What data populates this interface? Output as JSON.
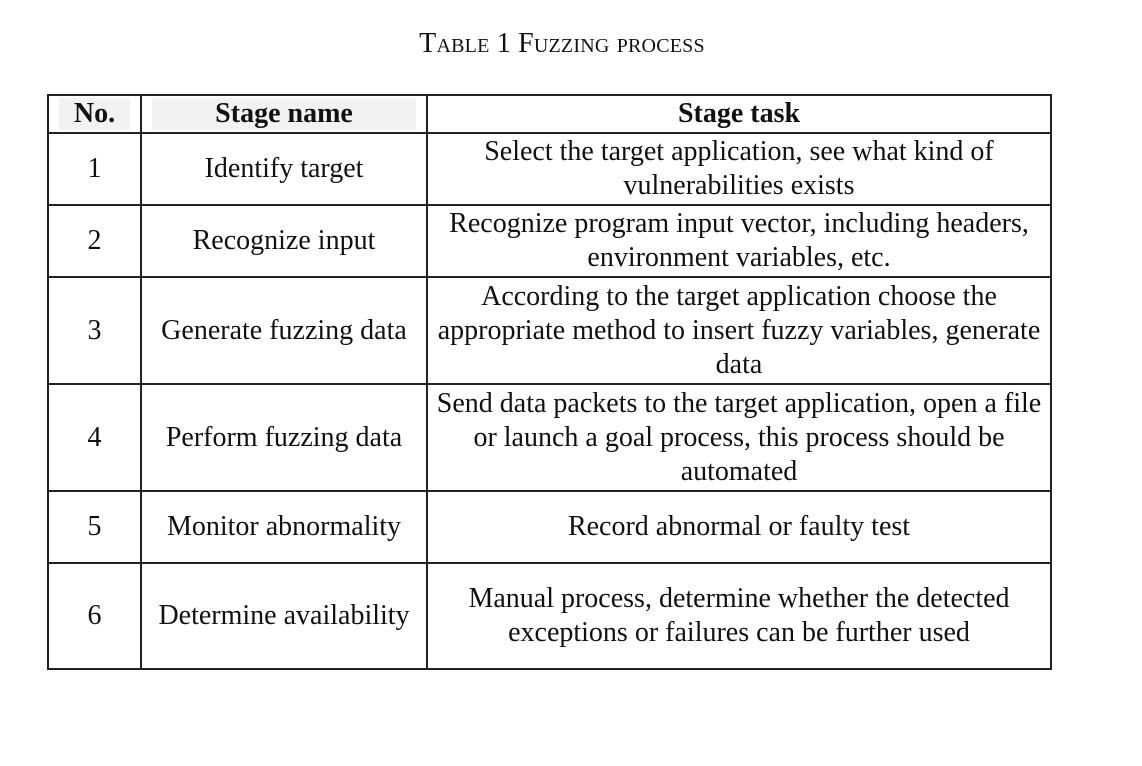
{
  "caption": "Table 1 Fuzzing process",
  "headers": {
    "no": "No.",
    "stage_name": "Stage name",
    "stage_task": "Stage task"
  },
  "rows": [
    {
      "no": "1",
      "name": "Identify target",
      "task": "Select the target application, see what kind of vulnerabilities exists"
    },
    {
      "no": "2",
      "name": "Recognize input",
      "task": "Recognize program input vector, including headers, environment variables, etc."
    },
    {
      "no": "3",
      "name": "Generate fuzzing data",
      "task": "According to the target application choose the appropriate method to insert fuzzy variables, generate data"
    },
    {
      "no": "4",
      "name": "Perform fuzzing data",
      "task": "Send data packets to the target application, open a file or launch  a goal process, this process should be automated"
    },
    {
      "no": "5",
      "name": "Monitor abnormality",
      "task": "Record abnormal or faulty test"
    },
    {
      "no": "6",
      "name": "Determine availability",
      "task": "Manual process, determine whether the detected exceptions or failures can be further used"
    }
  ]
}
